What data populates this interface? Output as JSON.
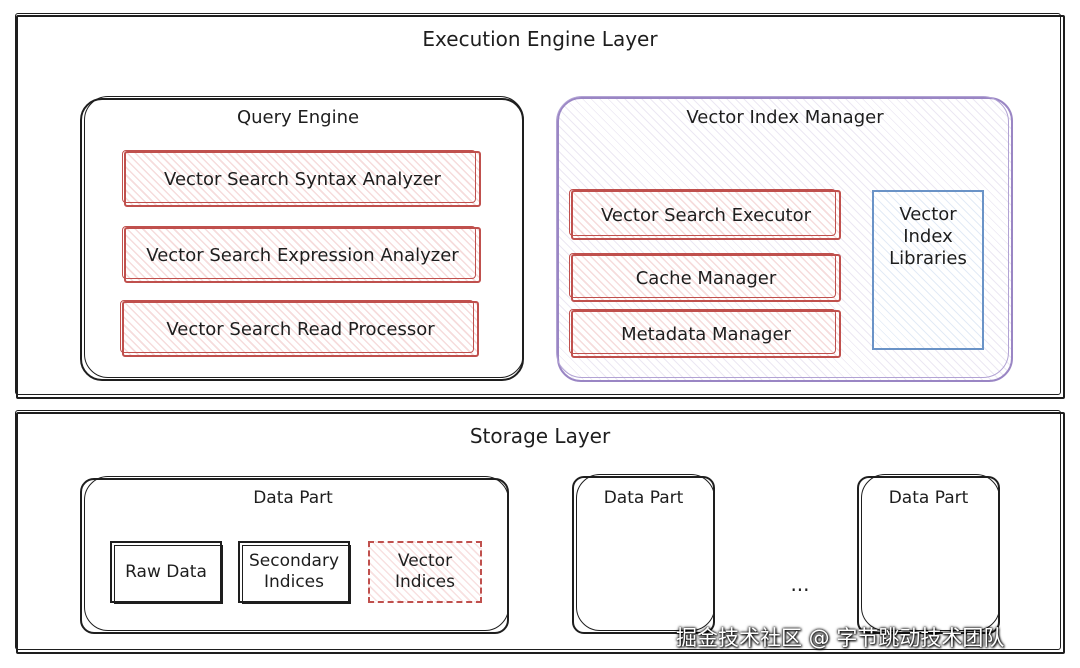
{
  "execution_layer": {
    "title": "Execution Engine Layer",
    "query_engine": {
      "title": "Query Engine",
      "components": [
        "Vector Search Syntax Analyzer",
        "Vector Search Expression Analyzer",
        "Vector Search Read Processor"
      ]
    },
    "vector_index_manager": {
      "title": "Vector Index Manager",
      "components": [
        "Vector Search Executor",
        "Cache Manager",
        "Metadata Manager"
      ],
      "libraries": "Vector\nIndex\nLibraries"
    }
  },
  "storage_layer": {
    "title": "Storage Layer",
    "data_parts": [
      {
        "title": "Data Part",
        "items": [
          "Raw Data",
          "Secondary\nIndices",
          "Vector\nIndices"
        ]
      },
      {
        "title": "Data Part"
      },
      {
        "title": "Data Part"
      }
    ],
    "ellipsis": "..."
  },
  "watermark": "掘金技术社区 @ 字节跳动技术团队",
  "colors": {
    "stroke": "#1e1e1e",
    "red": "#c0504d",
    "purple": "#9a86c4",
    "blue": "#6a93c7"
  }
}
